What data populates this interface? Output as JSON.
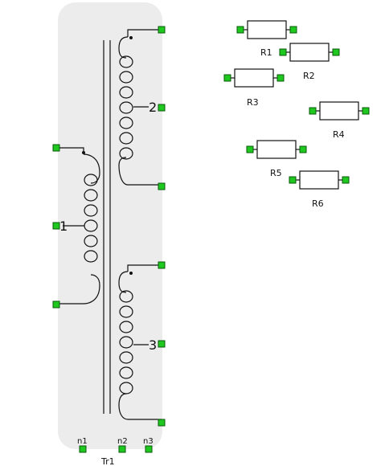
{
  "transformer": {
    "label": "Tr1",
    "primary_label": "1",
    "secondary_labels": [
      "2",
      "3"
    ],
    "node_labels": [
      "n1",
      "n2",
      "n3"
    ],
    "body_color": "#ececec"
  },
  "resistors": [
    {
      "label": "R1"
    },
    {
      "label": "R2"
    },
    {
      "label": "R3"
    },
    {
      "label": "R4"
    },
    {
      "label": "R5"
    },
    {
      "label": "R6"
    }
  ],
  "colors": {
    "pin": "#1ec81e",
    "wire": "#111111"
  }
}
